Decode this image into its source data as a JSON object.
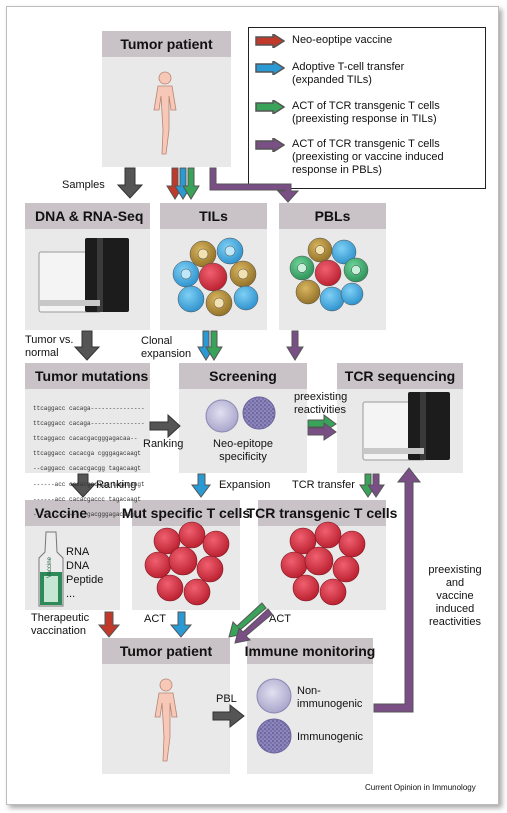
{
  "legend": {
    "items": [
      {
        "text": "Neo-eoptipe vaccine",
        "fill": "#c0392b"
      },
      {
        "text": "Adoptive T-cell transfer\n(expanded TILs)",
        "fill": "#2a9ad4"
      },
      {
        "text": "ACT of TCR transgenic T cells\n(preexisting response in TILs)",
        "fill": "#3aa35a"
      },
      {
        "text": "ACT of TCR transgenic T cells\n(preexisting or vaccine induced\nresponse in PBLs)",
        "fill": "#7a4f86"
      }
    ]
  },
  "panels": {
    "tumor_patient_top": "Tumor patient",
    "dna_rna_seq": "DNA & RNA-Seq",
    "tils": "TILs",
    "pbls": "PBLs",
    "tumor_mutations": "Tumor mutations",
    "screening": "Screening",
    "tcr_sequencing": "TCR sequencing",
    "vaccine": "Vaccine",
    "mut_specific": "Mut specific T cells",
    "tcr_transgenic": "TCR transgenic T cells",
    "tumor_patient_bottom": "Tumor patient",
    "immune_monitoring": "Immune monitoring"
  },
  "labels": {
    "samples": "Samples",
    "tumor_vs_normal": "Tumor vs.\nnormal",
    "clonal_expansion": "Clonal\nexpansion",
    "ranking_left": "Ranking",
    "ranking_down": "Ranking",
    "neo_epitope": "Neo-epitope\nspecificity",
    "preexisting_reactivities": "preexisting\nreactivities",
    "expansion": "Expansion",
    "tcr_transfer": "TCR transfer",
    "vaccine_types": "RNA\nDNA\nPeptide\n...",
    "vial_label": "Vaccine",
    "therapeutic_vaccination": "Therapeutic\nvaccination",
    "act_left": "ACT",
    "act_right": "ACT",
    "pbl": "PBL",
    "non_immunogenic": "Non-\nimmunogenic",
    "immunogenic": "Immunogenic",
    "preexisting_vaccine_induced": "preexisting\nand\nvaccine\ninduced\nreactivities",
    "credit": "Current Opinion in Immunology"
  },
  "sequences": [
    "ttcaggacc cacaga---------------",
    "ttcaggacc cacaga---------------",
    "ttcaggacc cacacgacgggagacaa--",
    "ttcaggacc cacacga cgggagacaagt",
    "--caggacc cacacgacgg tagacaagt",
    "------acc cacacgacggg tagacaagt",
    "------acc cacacgaccc tagacaagt",
    "---------------gacgggagacaagt"
  ],
  "colors": {
    "gray_arrow": "#555555",
    "panel_bg": "#e9e9e9",
    "panel_header": "#c9c2c6",
    "tumor_cell_red": "#d3293a",
    "til_blue": "#3aa7dd",
    "til_olive": "#b8913a",
    "til_green": "#3bb06a"
  }
}
